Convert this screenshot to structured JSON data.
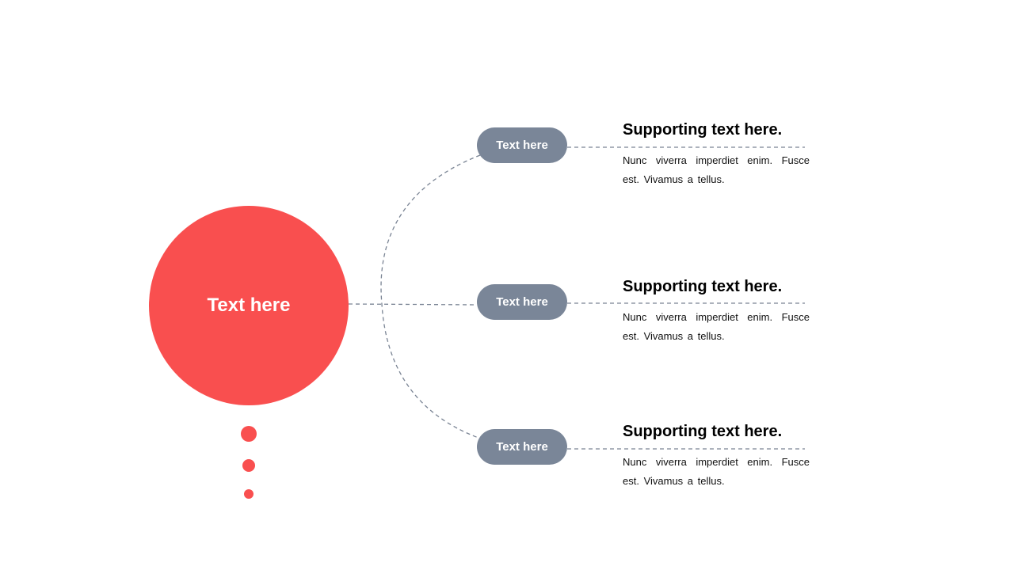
{
  "colors": {
    "accent_red": "#f94f4f",
    "pill_gray": "#7a8698",
    "connector_gray": "#7a8494",
    "background": "#ffffff"
  },
  "center": {
    "label": "Text here"
  },
  "branches": [
    {
      "pill_label": "Text here",
      "title": "Supporting text here.",
      "body": "Nunc viverra imperdiet enim. Fusce est. Vivamus a tellus."
    },
    {
      "pill_label": "Text here",
      "title": "Supporting text here.",
      "body": "Nunc viverra imperdiet enim. Fusce est. Vivamus a tellus."
    },
    {
      "pill_label": "Text here",
      "title": "Supporting text here.",
      "body": "Nunc viverra imperdiet enim. Fusce est. Vivamus a tellus."
    }
  ]
}
